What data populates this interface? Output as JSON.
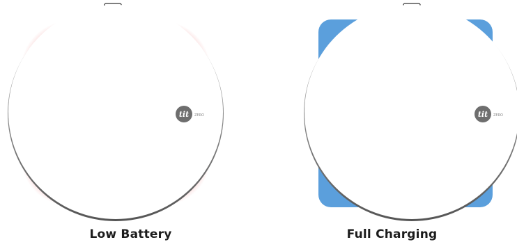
{
  "devices": [
    {
      "state": "low",
      "caption": "Low Battery",
      "glow_color": "#f08a8a",
      "logo_text": "tit",
      "logo_side_text": "ZERO"
    },
    {
      "state": "full",
      "caption": "Full Charging",
      "glow_color": "#5b9fdc",
      "logo_text": "tit",
      "logo_side_text": "ZERO"
    }
  ]
}
